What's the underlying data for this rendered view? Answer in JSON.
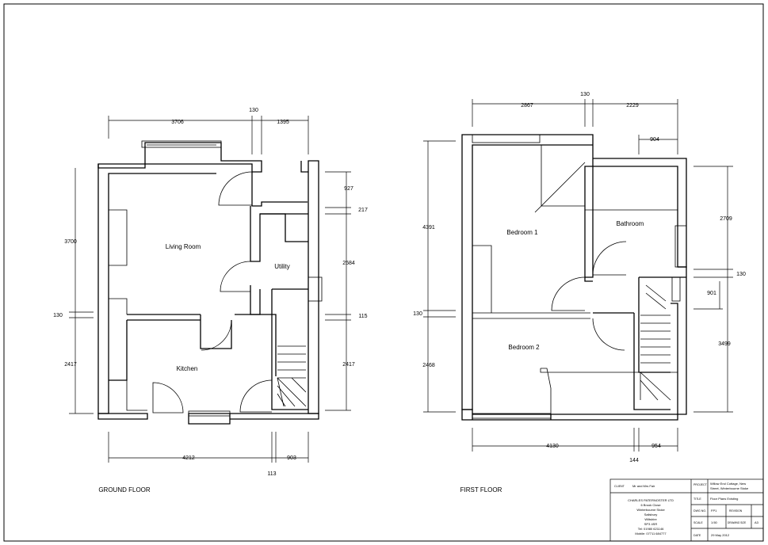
{
  "ground_floor": {
    "heading": "GROUND FLOOR",
    "rooms": {
      "living": "Living Room",
      "utility": "Utility",
      "kitchen": "Kitchen"
    },
    "dims": {
      "top_left": "3706",
      "top_mid": "130",
      "top_right": "1395",
      "left_upper": "3700",
      "left_mid": "130",
      "left_lower": "2417",
      "right_a": "927",
      "right_b": "217",
      "right_c": "2584",
      "right_d": "115",
      "right_e": "2417",
      "bottom_left": "4212",
      "bottom_right": "903",
      "bottom_mid": "113"
    }
  },
  "first_floor": {
    "heading": "FIRST FLOOR",
    "rooms": {
      "bed1": "Bedroom 1",
      "bath": "Bathroom",
      "bed2": "Bedroom 2"
    },
    "dims": {
      "top_left": "2867",
      "top_mid": "130",
      "top_right": "2229",
      "top_sub": "904",
      "left_upper": "4391",
      "left_mid": "130",
      "left_lower": "2468",
      "right_a": "2709",
      "right_b": "130",
      "right_c": "901",
      "right_d": "3499",
      "bottom_left": "4130",
      "bottom_right": "954",
      "bottom_mid": "144"
    }
  },
  "title_block": {
    "client_label": "CLIENT",
    "client_value": "Mr and Mrs Fair",
    "project_label": "PROJECT",
    "project_line1": "Willow End Cottage, New",
    "project_line2": "Street, Winterbourne Stoke",
    "title_label": "TITLE",
    "title_value": "Floor Plans Existing",
    "dwg_label": "DWG NO.",
    "dwg_value": "FP1",
    "revision_label": "REVISION",
    "scale_label": "SCALE",
    "scale_value": "1:50",
    "size_label": "DRAWING SIZE",
    "size_value": "A3",
    "date_label": "DATE",
    "date_value": "29 May 2012",
    "company": [
      "CHARLES PATERNOSTER LTD",
      "6 Brook Close",
      "Winterbourne Stoke",
      "Salisbury",
      "Wiltshire",
      "SP3 4SR",
      "Tel: 01980 621146",
      "Mobile: 07711 684777"
    ]
  }
}
